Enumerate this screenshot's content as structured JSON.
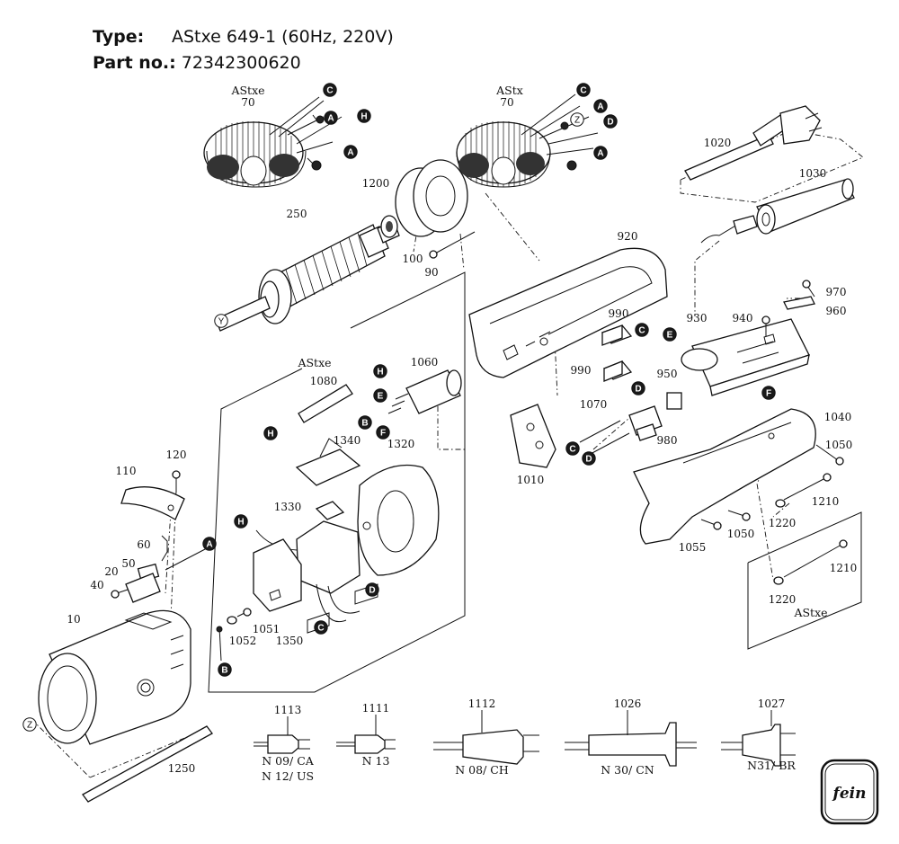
{
  "header": {
    "type_label": "Type:",
    "type_value": "AStxe 649-1 (60Hz, 220V)",
    "part_label": "Part no.:",
    "part_value": "72342300620"
  },
  "groups": {
    "stator_left": "AStxe",
    "stator_right": "AStx",
    "electronics": "AStxe",
    "screws": "AStxe"
  },
  "part_numbers": {
    "p70a": "70",
    "p70b": "70",
    "p1020": "1020",
    "p1030": "1030",
    "p1200": "1200",
    "p250": "250",
    "p100": "100",
    "p90": "90",
    "p920": "920",
    "p970": "970",
    "p960": "960",
    "p940": "940",
    "p930": "930",
    "p990a": "990",
    "p990b": "990",
    "p950": "950",
    "p1080": "1080",
    "p1060": "1060",
    "p1070": "1070",
    "p980": "980",
    "p1010": "1010",
    "p1040": "1040",
    "p1050a": "1050",
    "p1050b": "1050",
    "p1340": "1340",
    "p1320": "1320",
    "p120": "120",
    "p110": "110",
    "p1330": "1330",
    "p60": "60",
    "p50": "50",
    "p20": "20",
    "p40": "40",
    "p10": "10",
    "p1051": "1051",
    "p1052": "1052",
    "p1350": "1350",
    "p1210a": "1210",
    "p1210b": "1210",
    "p1220a": "1220",
    "p1220b": "1220",
    "p1055": "1055",
    "p1250": "1250",
    "p1113": "1113",
    "p1111": "1111",
    "p1112": "1112",
    "p1026": "1026",
    "p1027": "1027"
  },
  "plugs": {
    "c1113": [
      "N 09/ CA",
      "N 12/ US"
    ],
    "c1111": "N 13",
    "c1112": "N 08/ CH",
    "c1026": "N 30/ CN",
    "c1027": "N31/ BR"
  },
  "markers": {
    "C": "C",
    "A": "A",
    "H": "H",
    "Z": "Z",
    "D": "D",
    "E": "E",
    "F": "F",
    "B": "B",
    "Y": "Y"
  },
  "logo": "fein",
  "colors": {
    "ink": "#111111",
    "fill_light": "#d8d8d8",
    "fill_dark": "#222222"
  }
}
